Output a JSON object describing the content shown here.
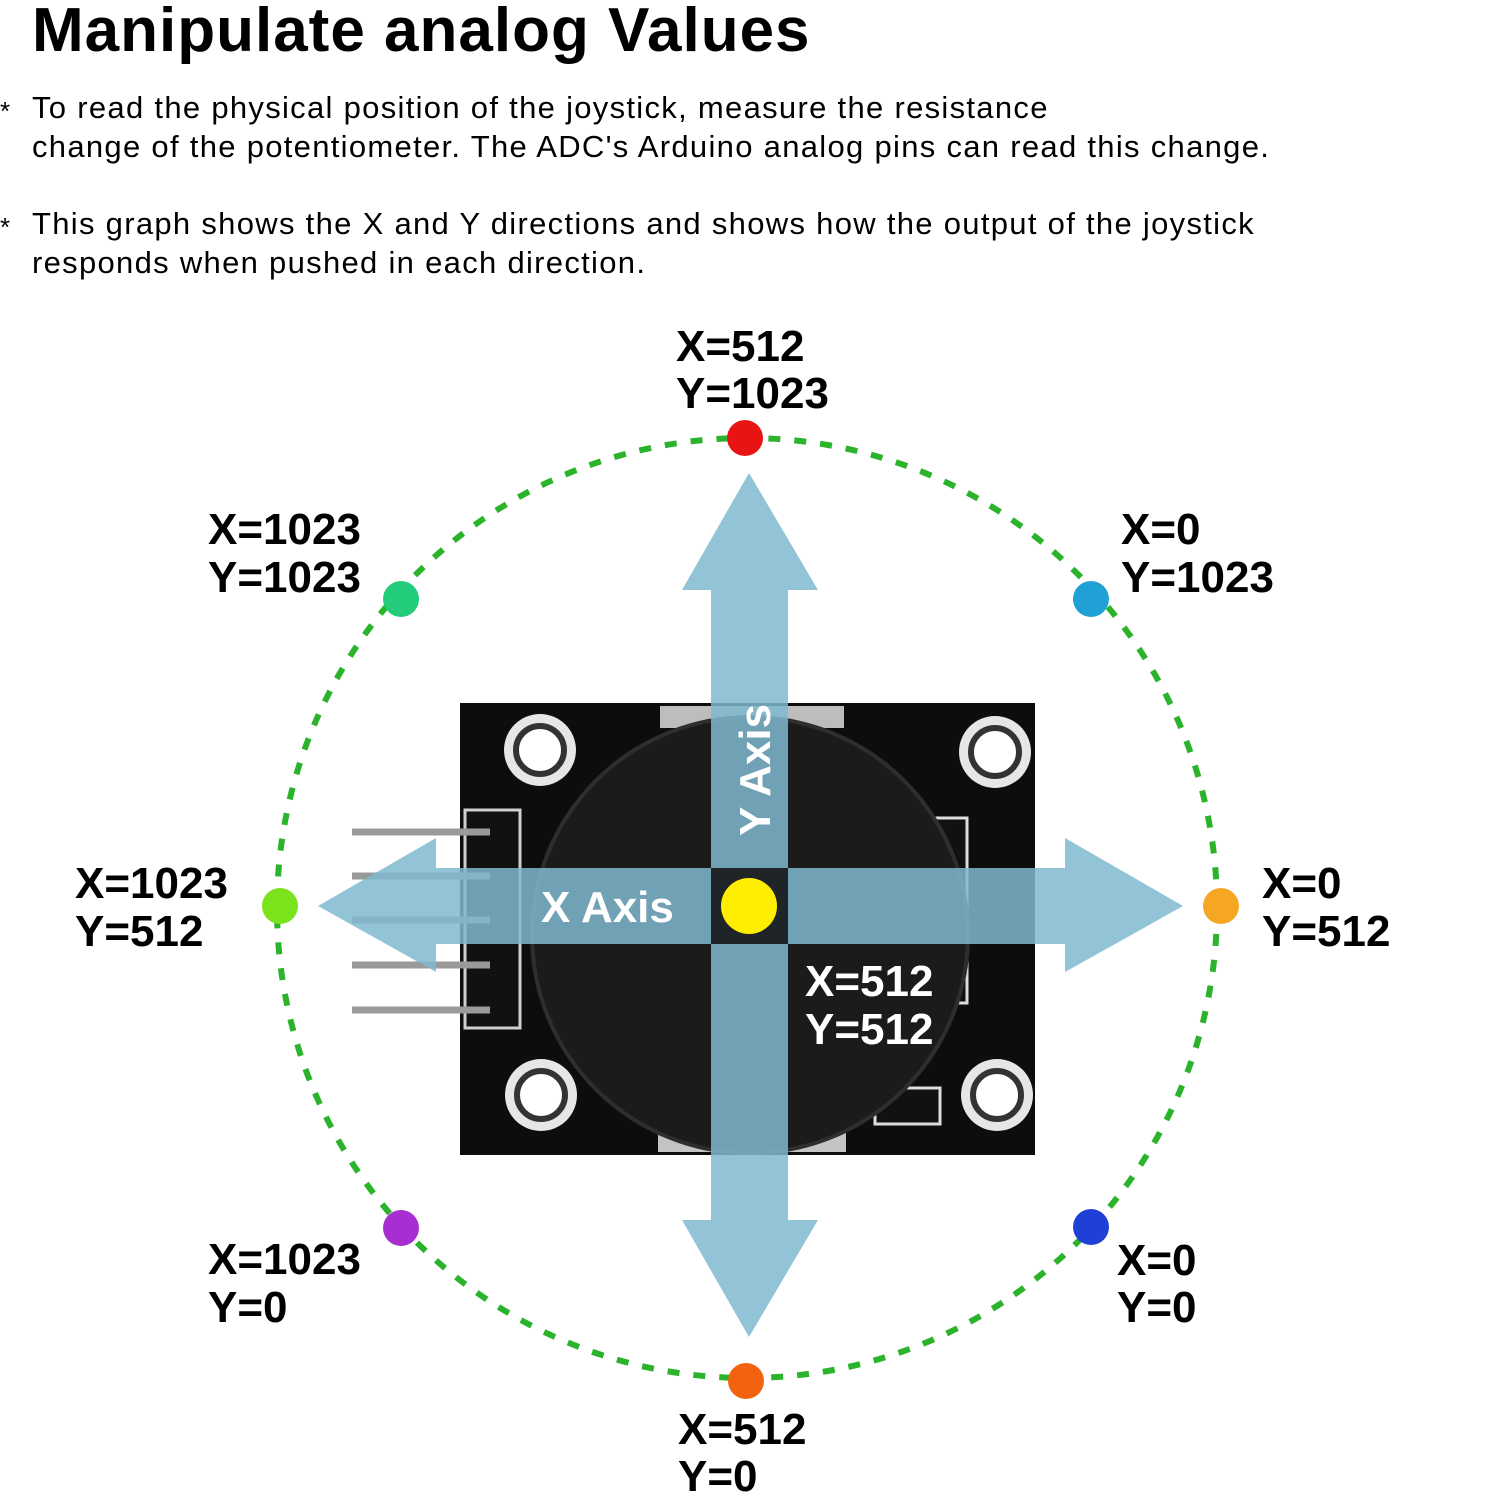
{
  "title": "Manipulate analog Values",
  "bullets": [
    {
      "star": "*",
      "line1": "To read the physical position of the joystick, measure the resistance",
      "line2": "change of the potentiometer. The ADC's Arduino analog pins can read this change."
    },
    {
      "star": "*",
      "line1": "This graph shows the X and Y directions and shows how the output of the joystick",
      "line2": "responds when pushed in each direction."
    }
  ],
  "axis_labels": {
    "x": "X Axis",
    "y": "Y Axis"
  },
  "center": {
    "x": "X=512",
    "y": "Y=512",
    "color": "#ffee00"
  },
  "positions": {
    "top": {
      "x": "X=512",
      "y": "Y=1023",
      "color": "#e81414"
    },
    "top_right": {
      "x": "X=0",
      "y": "Y=1023",
      "color": "#1fa1d6"
    },
    "right": {
      "x": "X=0",
      "y": "Y=512",
      "color": "#f5a623"
    },
    "bottom_right": {
      "x": "X=0",
      "y": "Y=0",
      "color": "#1f3fd6"
    },
    "bottom": {
      "x": "X=512",
      "y": "Y=0",
      "color": "#f2620f"
    },
    "bottom_left": {
      "x": "X=1023",
      "y": "Y=0",
      "color": "#a72fd1"
    },
    "left": {
      "x": "X=1023",
      "y": "Y=512",
      "color": "#7be31b"
    },
    "top_left": {
      "x": "X=1023",
      "y": "Y=1023",
      "color": "#22cc7a"
    }
  },
  "colors": {
    "dashed_circle": "#2bb32b",
    "arrow": "#7fb9cf",
    "board": "#0d0d0d"
  }
}
